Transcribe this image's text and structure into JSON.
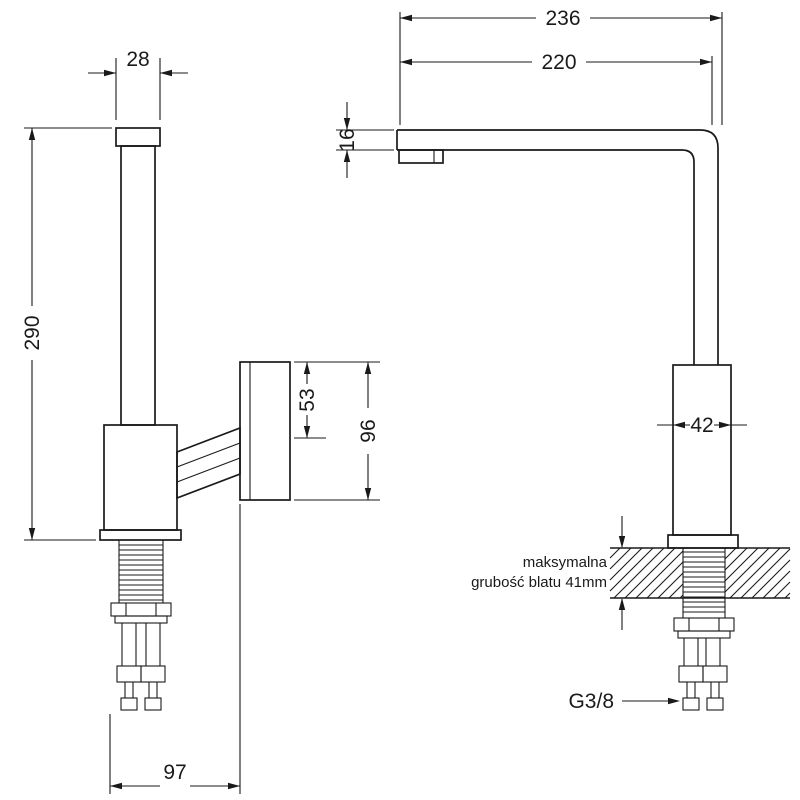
{
  "drawing": {
    "line_color": "#1a1a1a",
    "background": "#ffffff"
  },
  "left_view": {
    "handle_width": "28",
    "total_height": "290",
    "lever_upper": "53",
    "lever_height": "96",
    "base_depth": "97"
  },
  "right_view": {
    "spout_reach_total": "236",
    "spout_reach": "220",
    "spout_height": "16",
    "body_width": "42",
    "countertop_note_line1": "maksymalna",
    "countertop_note_line2": "grubość blatu 41mm",
    "thread_size": "G3/8"
  }
}
